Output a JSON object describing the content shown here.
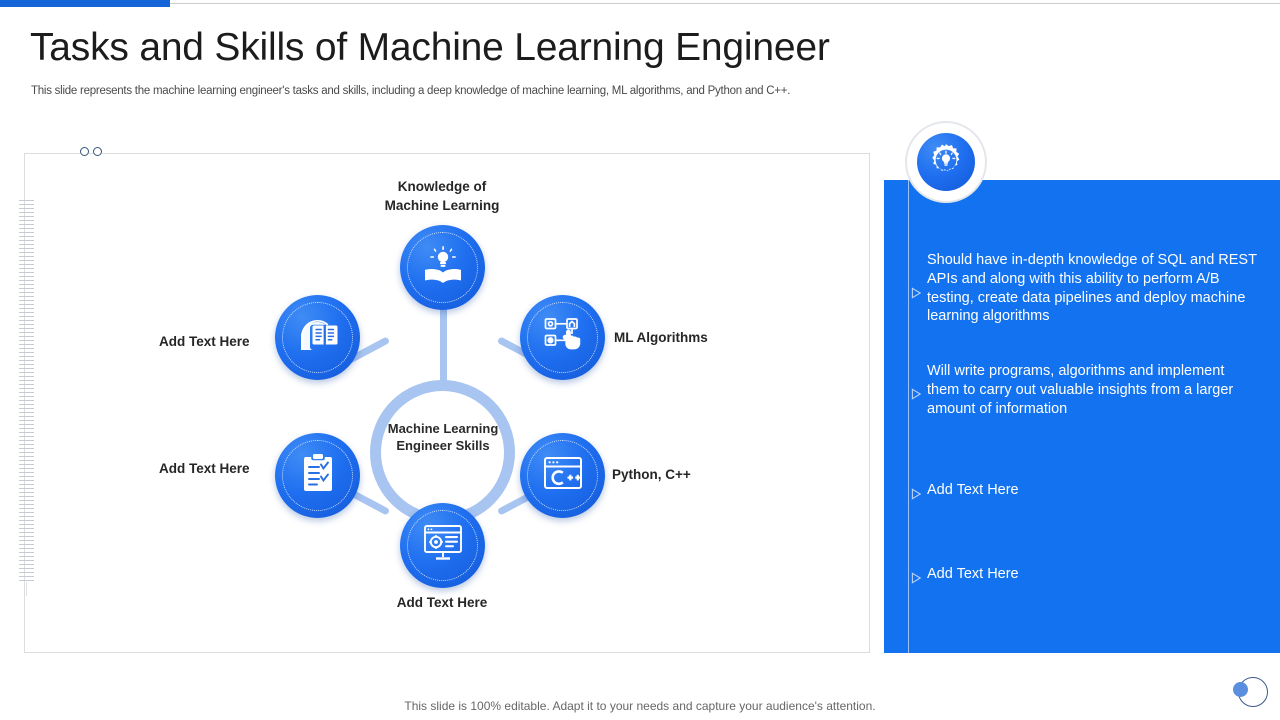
{
  "theme": {
    "accent_blue": "#1665d8",
    "panel_blue": "#1272f0",
    "node_blue": "#1f6ff0",
    "hub_ring_blue": "#a8c4f0",
    "text_dark": "#222222",
    "text_muted": "#4a4a4a"
  },
  "header": {
    "title": "Tasks and Skills of Machine Learning Engineer",
    "subtitle": "This slide represents the machine learning engineer's tasks and skills, including a deep knowledge of machine learning, ML algorithms, and Python and C++."
  },
  "diagram": {
    "hub_label_line1": "Machine Learning",
    "hub_label_line2": "Engineer Skills",
    "nodes": [
      {
        "id": "knowledge",
        "label_line1": "Knowledge of",
        "label_line2": "Machine Learning",
        "icon": "lightbulb-book-icon",
        "position": "top"
      },
      {
        "id": "ml-algorithms",
        "label_line1": "ML Algorithms",
        "label_line2": "",
        "icon": "algorithm-flow-hand-icon",
        "position": "top-right"
      },
      {
        "id": "python-cpp",
        "label_line1": "Python, C++",
        "label_line2": "",
        "icon": "cpp-window-icon",
        "position": "bottom-right"
      },
      {
        "id": "bottom-placeholder",
        "label_line1": "Add  Text Here",
        "label_line2": "",
        "icon": "monitor-gear-icon",
        "position": "bottom"
      },
      {
        "id": "left-low-placeholder",
        "label_line1": "Add  Text Here",
        "label_line2": "",
        "icon": "clipboard-checklist-icon",
        "position": "bottom-left"
      },
      {
        "id": "left-up-placeholder",
        "label_line1": "Add  Text Here",
        "label_line2": "",
        "icon": "head-book-icon",
        "position": "top-left"
      }
    ]
  },
  "panel": {
    "badge_icon": "gear-lightbulb-icon",
    "bullets": [
      {
        "marker": "triangle-right-icon",
        "text": "Should have in-depth knowledge of SQL and  REST APIs and along with this ability to perform A/B testing, create data pipelines and deploy machine learning algorithms"
      },
      {
        "marker": "triangle-right-icon",
        "text": "Will write programs, algorithms and implement them to carry out valuable insights from a larger amount of information"
      },
      {
        "marker": "triangle-right-icon",
        "text": "Add Text Here"
      },
      {
        "marker": "triangle-right-icon",
        "text": "Add Text Here"
      }
    ]
  },
  "footer": {
    "note": "This slide is 100% editable. Adapt it to your needs and capture your audience's attention."
  }
}
